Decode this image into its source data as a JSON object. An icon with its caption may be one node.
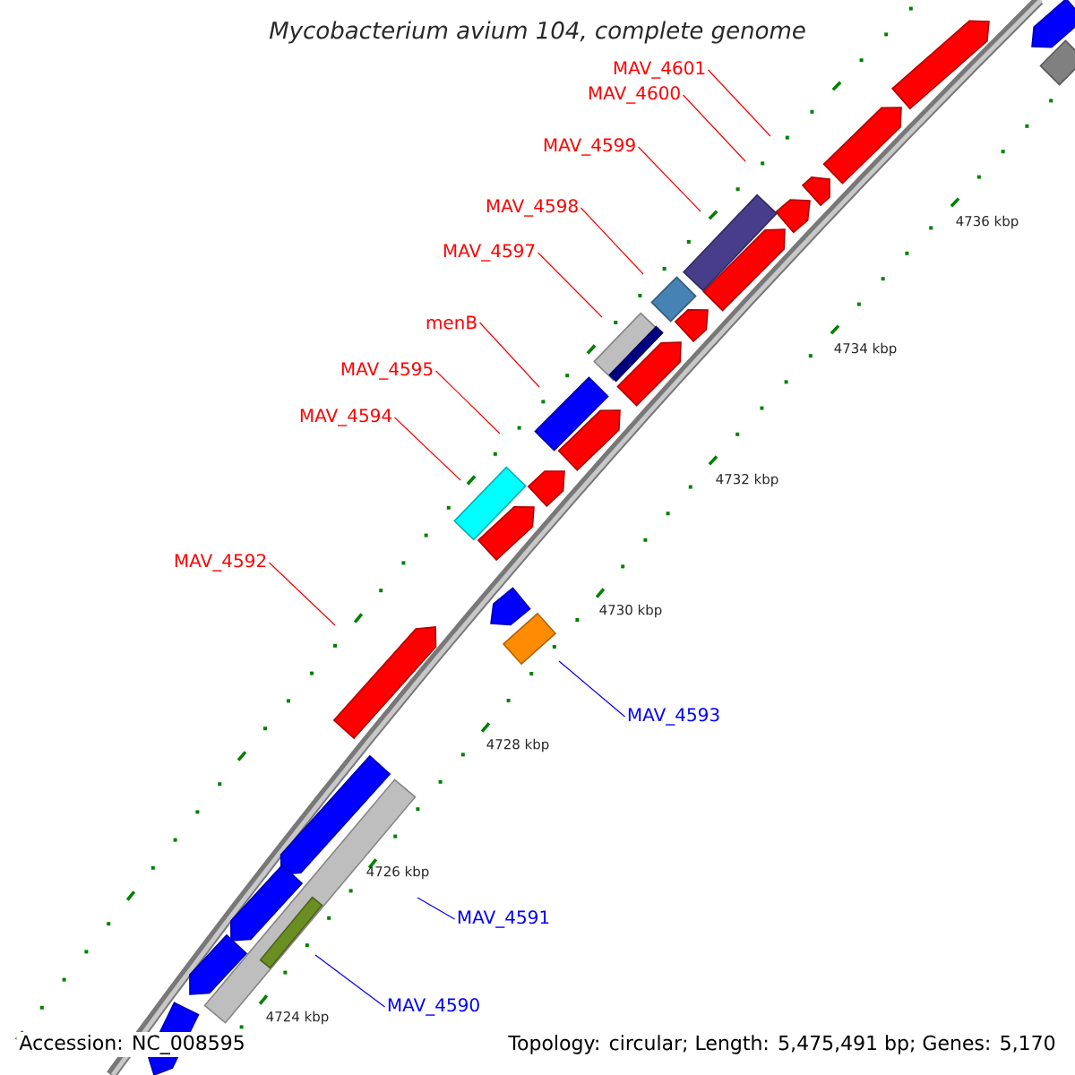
{
  "diagram": {
    "title": "Mycobacterium avium 104, complete genome",
    "nodes": [
      {
        "text": [
          "MAV_4601"
        ]
      },
      {
        "text": [
          "MAV_4600"
        ]
      },
      {
        "text": [
          "MAV_4599"
        ]
      },
      {
        "text": [
          "MAV_4598"
        ]
      },
      {
        "text": [
          "MAV_4597"
        ]
      },
      {
        "text": [
          "menB"
        ]
      },
      {
        "text": [
          "MAV_4595"
        ]
      },
      {
        "text": [
          "MAV_4594"
        ]
      },
      {
        "text": [
          "MAV_4592"
        ]
      },
      {
        "text": [
          "MAV_4593"
        ]
      },
      {
        "text": [
          "MAV_4591"
        ]
      },
      {
        "text": [
          "MAV_4590"
        ]
      }
    ],
    "edges": [
      {
        "from": 0,
        "to": null,
        "arrow": "none"
      },
      {
        "from": 1,
        "to": null,
        "arrow": "none"
      },
      {
        "from": 2,
        "to": null,
        "arrow": "none"
      },
      {
        "from": 3,
        "to": null,
        "arrow": "none"
      },
      {
        "from": 4,
        "to": null,
        "arrow": "none"
      },
      {
        "from": 5,
        "to": null,
        "arrow": "none"
      },
      {
        "from": 6,
        "to": null,
        "arrow": "none"
      },
      {
        "from": 7,
        "to": null,
        "arrow": "none"
      },
      {
        "from": 8,
        "to": null,
        "arrow": "none"
      },
      {
        "from": 9,
        "to": null,
        "arrow": "none",
        "color": "#0000ff"
      },
      {
        "from": 10,
        "to": null,
        "arrow": "none",
        "color": "#0000ff"
      },
      {
        "from": 11,
        "to": null,
        "arrow": "none",
        "color": "#0000ff"
      }
    ],
    "labels": [
      "4736 kbp",
      "4734 kbp",
      "4732 kbp",
      "4730 kbp",
      "4728 kbp",
      "4726 kbp",
      "4724 kbp",
      "Accession: NC_008595",
      "Topology: circular; Length: 5,475,491 bp; Genes: 5,170"
    ]
  }
}
